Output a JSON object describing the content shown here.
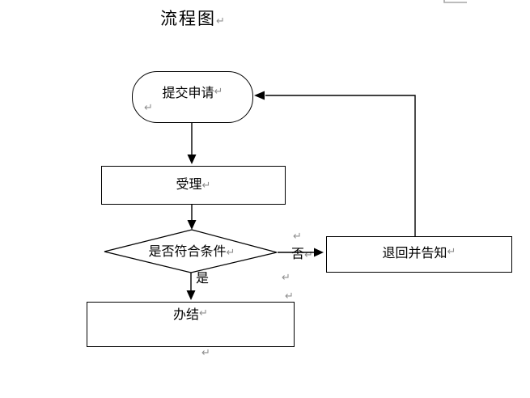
{
  "document": {
    "title": "流程图",
    "pilcrow": "↵"
  },
  "flowchart": {
    "nodes": {
      "start": {
        "label": "提交申请",
        "shape": "terminator"
      },
      "review": {
        "label": "受理",
        "shape": "process"
      },
      "decision": {
        "label": "是否符合条件",
        "shape": "decision"
      },
      "finish": {
        "label": "办结",
        "shape": "process"
      },
      "reject": {
        "label": "退回并告知",
        "shape": "process"
      }
    },
    "branch_labels": {
      "yes": "是",
      "no": "否"
    },
    "edges": [
      {
        "from": "start",
        "to": "review",
        "label": ""
      },
      {
        "from": "review",
        "to": "decision",
        "label": ""
      },
      {
        "from": "decision",
        "to": "finish",
        "label": "是"
      },
      {
        "from": "decision",
        "to": "reject",
        "label": "否"
      },
      {
        "from": "reject",
        "to": "start",
        "label": ""
      }
    ]
  },
  "colors": {
    "background": "#ffffff",
    "line": "#000000",
    "shape_fill": "#ffffff",
    "shape_border": "#000000",
    "text": "#000000",
    "pilcrow": "#8f8f8f",
    "cropped_object_border": "#a6a6a6"
  }
}
